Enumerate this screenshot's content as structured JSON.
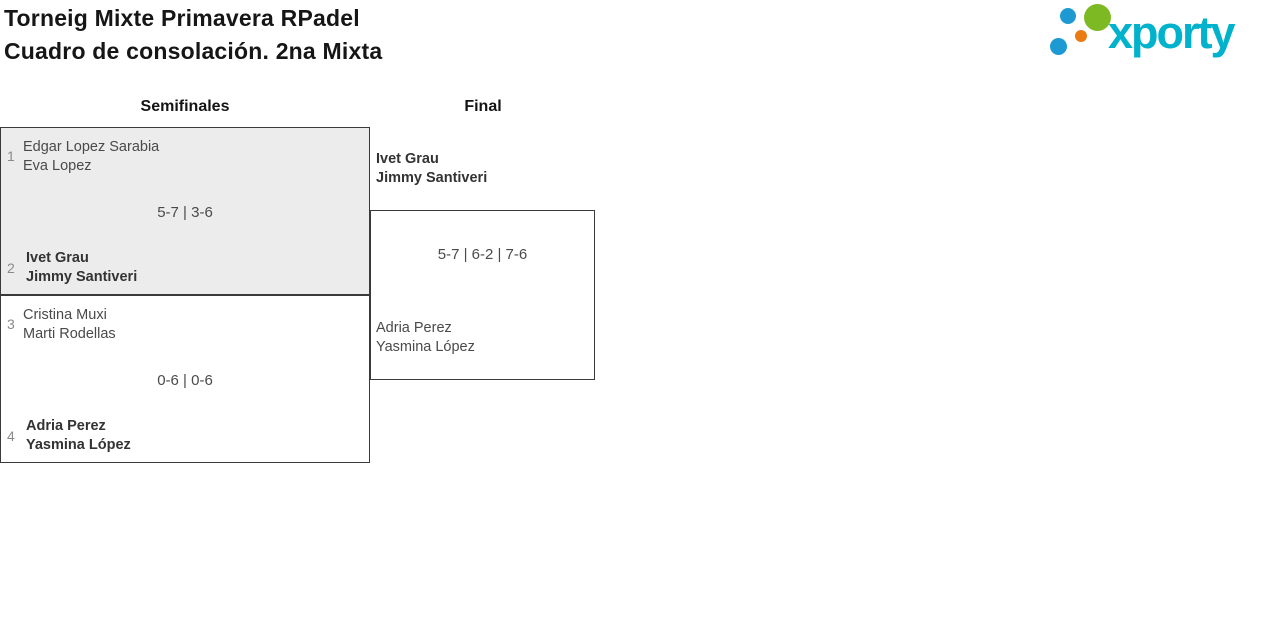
{
  "header": {
    "title": "Torneig Mixte Primavera RPadel",
    "subtitle": "Cuadro de consolación. 2na Mixta",
    "logo_text": "xporty"
  },
  "colors": {
    "logo_teal": "#00b2cb",
    "logo_green": "#7db922",
    "logo_orange": "#e97b11",
    "logo_blue": "#1e9ad2",
    "highlighted_match_bg": "#ececec",
    "border": "#3a3a3a"
  },
  "rounds": [
    {
      "label": "Semifinales"
    },
    {
      "label": "Final"
    }
  ],
  "matches": {
    "semifinal1": {
      "seed_top": "1",
      "team_top": {
        "player1": "Edgar Lopez Sarabia",
        "player2": "Eva Lopez"
      },
      "score": "5-7 | 3-6",
      "seed_bottom": "2",
      "team_bottom": {
        "player1": "Ivet Grau",
        "player2": "Jimmy Santiveri"
      },
      "winner": "bottom"
    },
    "semifinal2": {
      "seed_top": "3",
      "team_top": {
        "player1": "Cristina Muxi",
        "player2": "Marti Rodellas"
      },
      "score": "0-6 | 0-6",
      "seed_bottom": "4",
      "team_bottom": {
        "player1": "Adria Perez",
        "player2": "Yasmina López"
      },
      "winner": "bottom"
    },
    "final": {
      "team_top": {
        "player1": "Ivet Grau",
        "player2": "Jimmy Santiveri"
      },
      "score": "5-7 | 6-2 | 7-6",
      "team_bottom": {
        "player1": "Adria Perez",
        "player2": "Yasmina López"
      },
      "winner": "top"
    }
  }
}
